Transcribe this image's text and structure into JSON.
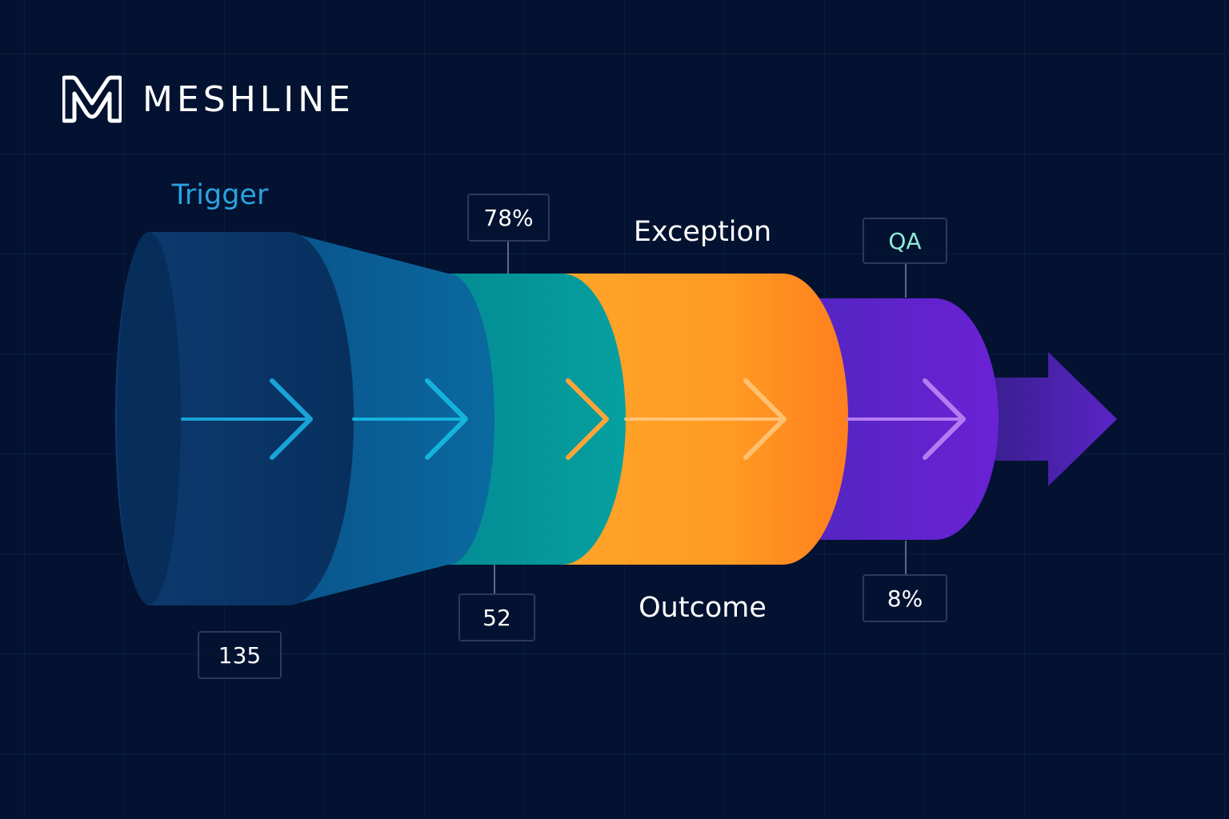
{
  "brand": {
    "name": "MESHLINE",
    "logo_icon": "m-wave-logo-icon"
  },
  "stages": {
    "trigger": {
      "label": "Trigger",
      "color": "#29a3e0"
    },
    "exception": {
      "label": "Exception",
      "color": "#ffffff"
    },
    "outcome": {
      "label": "Outcome",
      "color": "#ffffff"
    }
  },
  "callouts": {
    "c78": {
      "text": "78%"
    },
    "c52": {
      "text": "52"
    },
    "c135": {
      "text": "135"
    },
    "cqa": {
      "text": "QA",
      "color": "#8eead6"
    },
    "c8": {
      "text": "8%"
    }
  },
  "colors": {
    "background": "#031230",
    "navy": "#0b3568",
    "blue": "#0a6098",
    "teal": "#04959a",
    "orange": "#ff9a1f",
    "purple": "#5a22c8"
  }
}
